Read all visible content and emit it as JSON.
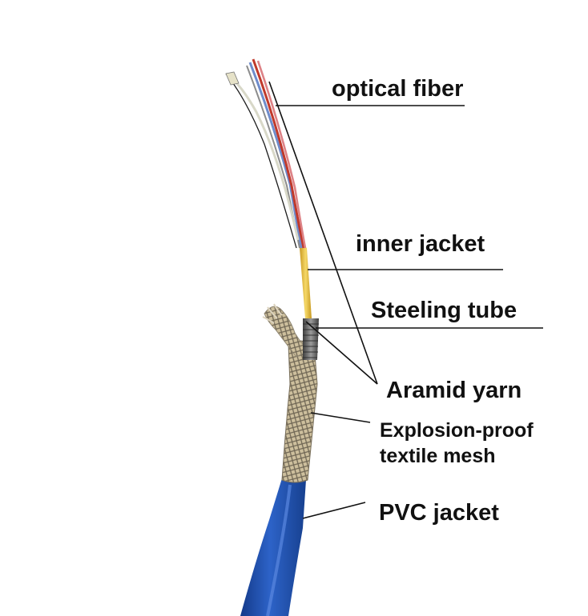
{
  "labels": {
    "optical_fiber": "optical fiber",
    "inner_jacket": "inner jacket",
    "steeling_tube": "Steeling tube",
    "aramid_yarn": "Aramid yarn",
    "mesh_line1": "Explosion-proof",
    "mesh_line2": "textile mesh",
    "pvc_jacket": "PVC jacket"
  },
  "colors": {
    "pvc_jacket": "#1f4fb0",
    "inner_jacket": "#e7c24a",
    "steel_tube": "#6b6b6b",
    "mesh": "#b9ae92",
    "fiber_red": "#c0392b",
    "fiber_pink": "#d9777a",
    "fiber_blue": "#5f7fbf",
    "leader_line": "#111111"
  }
}
